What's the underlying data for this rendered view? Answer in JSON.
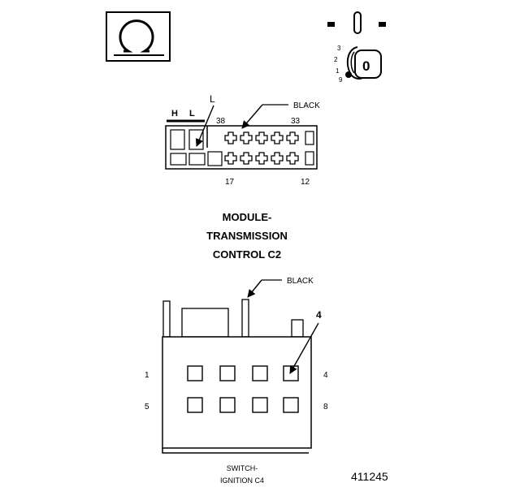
{
  "figure_id": "411245",
  "ohm_icon": {
    "name": "ohmmeter-icon",
    "glyph": "Ω"
  },
  "ignition_key": {
    "positions": [
      "3",
      "2",
      "1",
      "0"
    ],
    "key_label": "0",
    "extra_mark": "9"
  },
  "connector_c2": {
    "title_lines": [
      "MODULE-",
      "TRANSMISSION",
      "CONTROL C2"
    ],
    "callout_color": "BLACK",
    "side_labels": [
      "H",
      "L"
    ],
    "terminal_callout": "L",
    "pin_numbers": {
      "top_left": "38",
      "top_right": "33",
      "bottom_left": "17",
      "bottom_right": "12"
    }
  },
  "connector_c4": {
    "title_lines": [
      "SWITCH-",
      "IGNITION C4"
    ],
    "callout_color": "BLACK",
    "terminal_callout": "4",
    "pin_numbers": {
      "row1_left": "1",
      "row1_right": "4",
      "row2_left": "5",
      "row2_right": "8"
    }
  },
  "colors": {
    "line": "#000000",
    "background": "#ffffff"
  }
}
